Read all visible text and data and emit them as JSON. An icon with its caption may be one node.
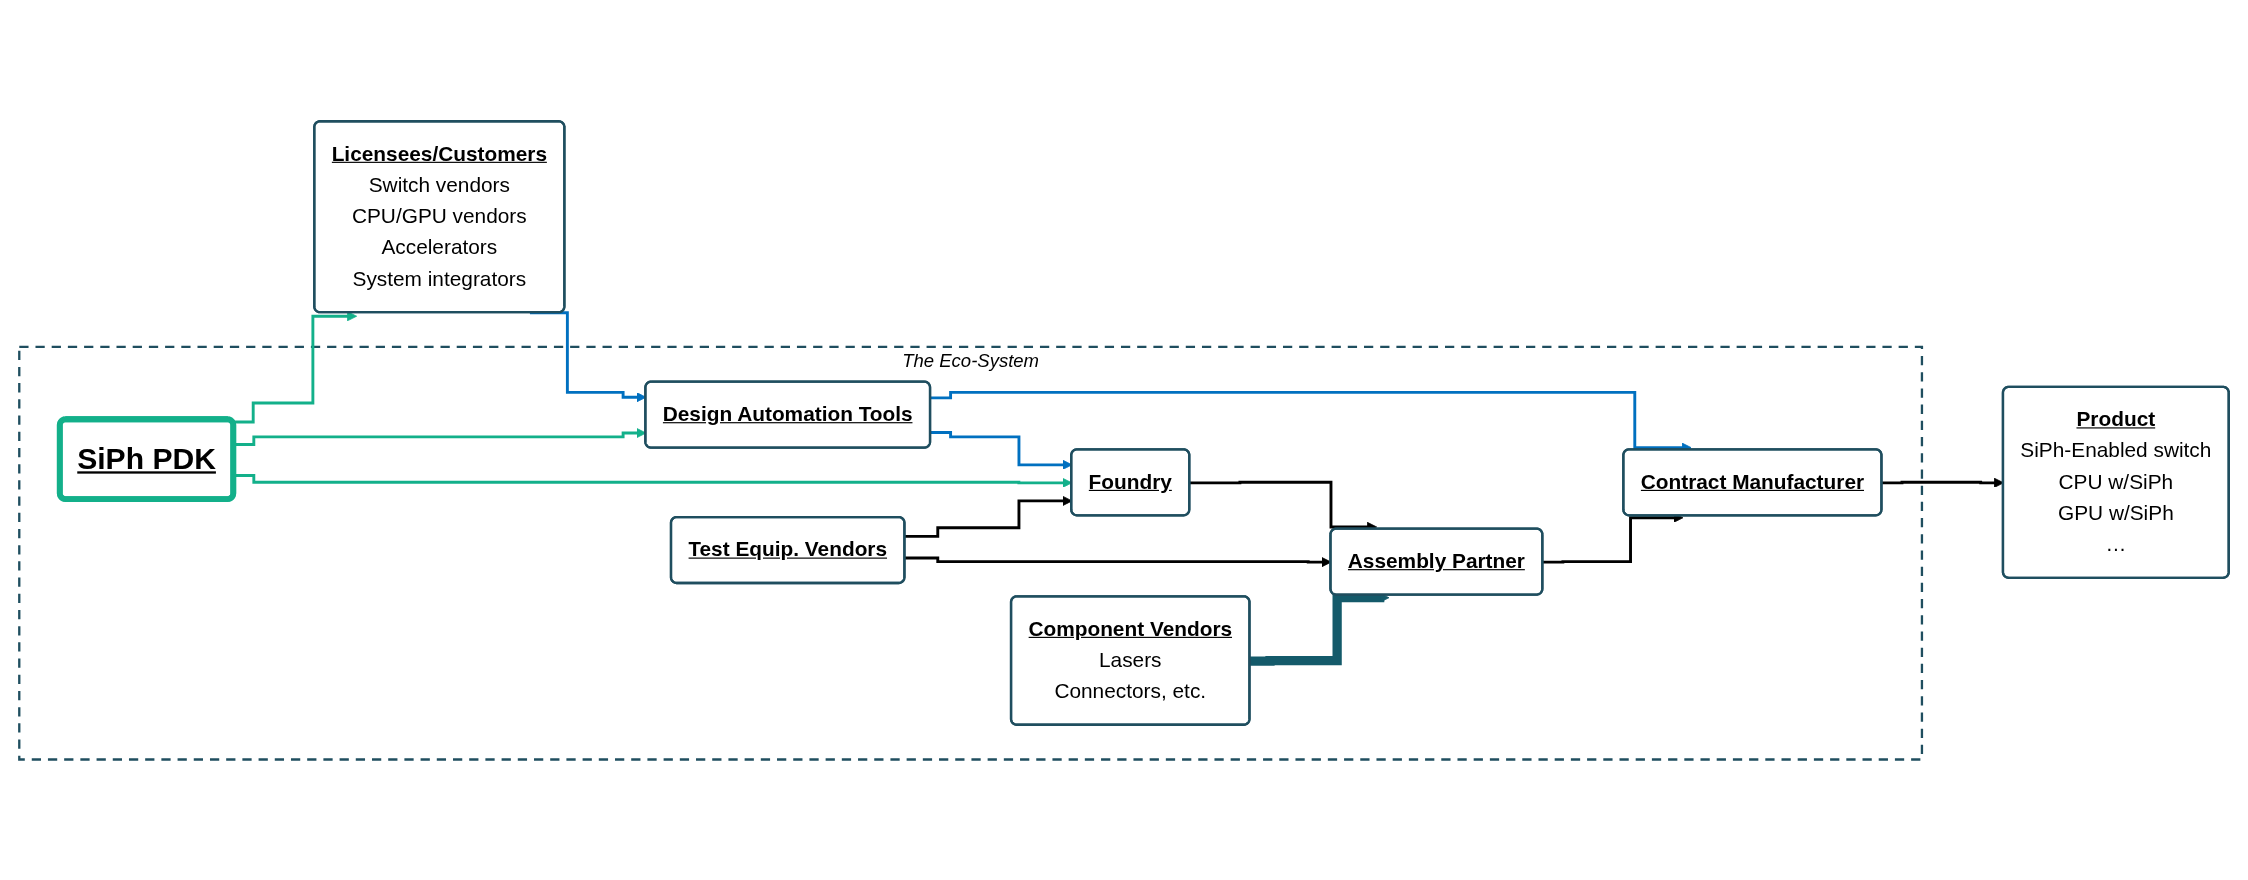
{
  "diagram": {
    "nodes": [
      {
        "text": [
          "Licensees/Customers",
          "Switch vendors",
          "CPU/GPU vendors",
          "Accelerators",
          "System integrators"
        ]
      },
      {
        "text": [
          "The Eco-System"
        ]
      },
      {
        "text": [
          "Design Automation Tools"
        ],
        "in": 1
      },
      {
        "text": [
          "Contract Manufacturer"
        ],
        "in": 1
      },
      {
        "text": [
          "Foundry"
        ],
        "in": 1
      },
      {
        "text": [
          "Assembly Partner"
        ],
        "in": 1
      },
      {
        "text": [
          "SiPh PDK"
        ],
        "in": 1
      },
      {
        "text": [
          "Test Equip. Vendors"
        ],
        "in": 1
      },
      {
        "text": [
          "Component Vendors",
          "Lasers",
          "Connectors, etc."
        ],
        "in": 1
      },
      {
        "text": [
          "Product",
          "SiPh-Enabled switch",
          "CPU w/SiPh",
          "GPU w/SiPh",
          "…"
        ]
      }
    ],
    "edges": [
      {
        "from": 0,
        "to": 2,
        "arrow": "to",
        "color": "#0070c0"
      },
      {
        "from": 2,
        "to": 3,
        "arrow": "to",
        "color": "#0070c0"
      },
      {
        "from": 2,
        "to": 4,
        "arrow": "to",
        "color": "#0070c0"
      },
      {
        "from": 3,
        "to": 9,
        "arrow": "to"
      },
      {
        "from": 4,
        "to": 5,
        "arrow": "to"
      },
      {
        "from": 5,
        "to": 3,
        "arrow": "to"
      },
      {
        "from": 6,
        "to": 0,
        "arrow": "to",
        "color": "#13b08a"
      },
      {
        "from": 6,
        "to": 2,
        "arrow": "to",
        "color": "#13b08a"
      },
      {
        "from": 6,
        "to": 4,
        "arrow": "to",
        "color": "#13b08a"
      },
      {
        "from": 7,
        "to": 4,
        "arrow": "to"
      },
      {
        "from": 7,
        "to": 5,
        "arrow": "to"
      },
      {
        "from": 8,
        "to": 5,
        "arrow": "to",
        "style": "thick",
        "color": "#145a6a"
      }
    ]
  }
}
